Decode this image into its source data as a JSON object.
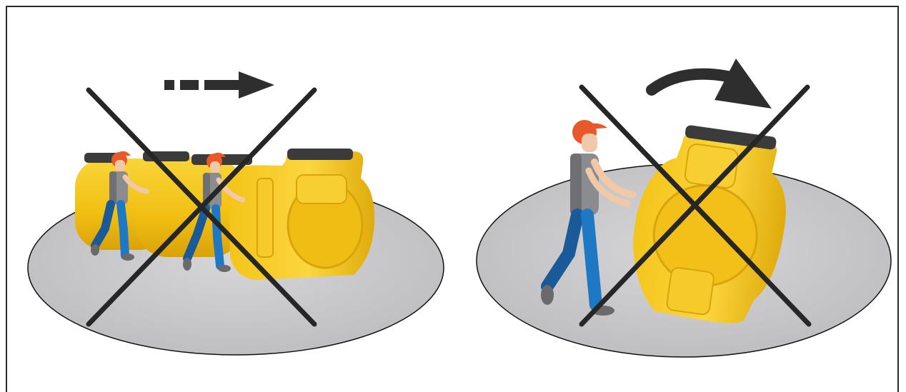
{
  "illustration": {
    "panels": [
      {
        "name": "no-rolling-panel",
        "motion": "dashed-straight-arrow",
        "prohibited": true,
        "icon": "prohibited-cross-icon"
      },
      {
        "name": "no-tipping-panel",
        "motion": "curved-arrow",
        "prohibited": true,
        "icon": "prohibited-cross-icon"
      }
    ],
    "colors": {
      "tank": "#f4c21c",
      "tank_shadow": "#d9a70e",
      "lid": "#3a3a3a",
      "floor": "#c9c9cb",
      "cross": "#262626",
      "arrow": "#2e2e2e",
      "cap": "#e8582a",
      "shirt": "#8a8c8f",
      "pants": "#1f78c4",
      "pants_dark": "#1a5a98",
      "skin": "#f2c9a8"
    }
  }
}
